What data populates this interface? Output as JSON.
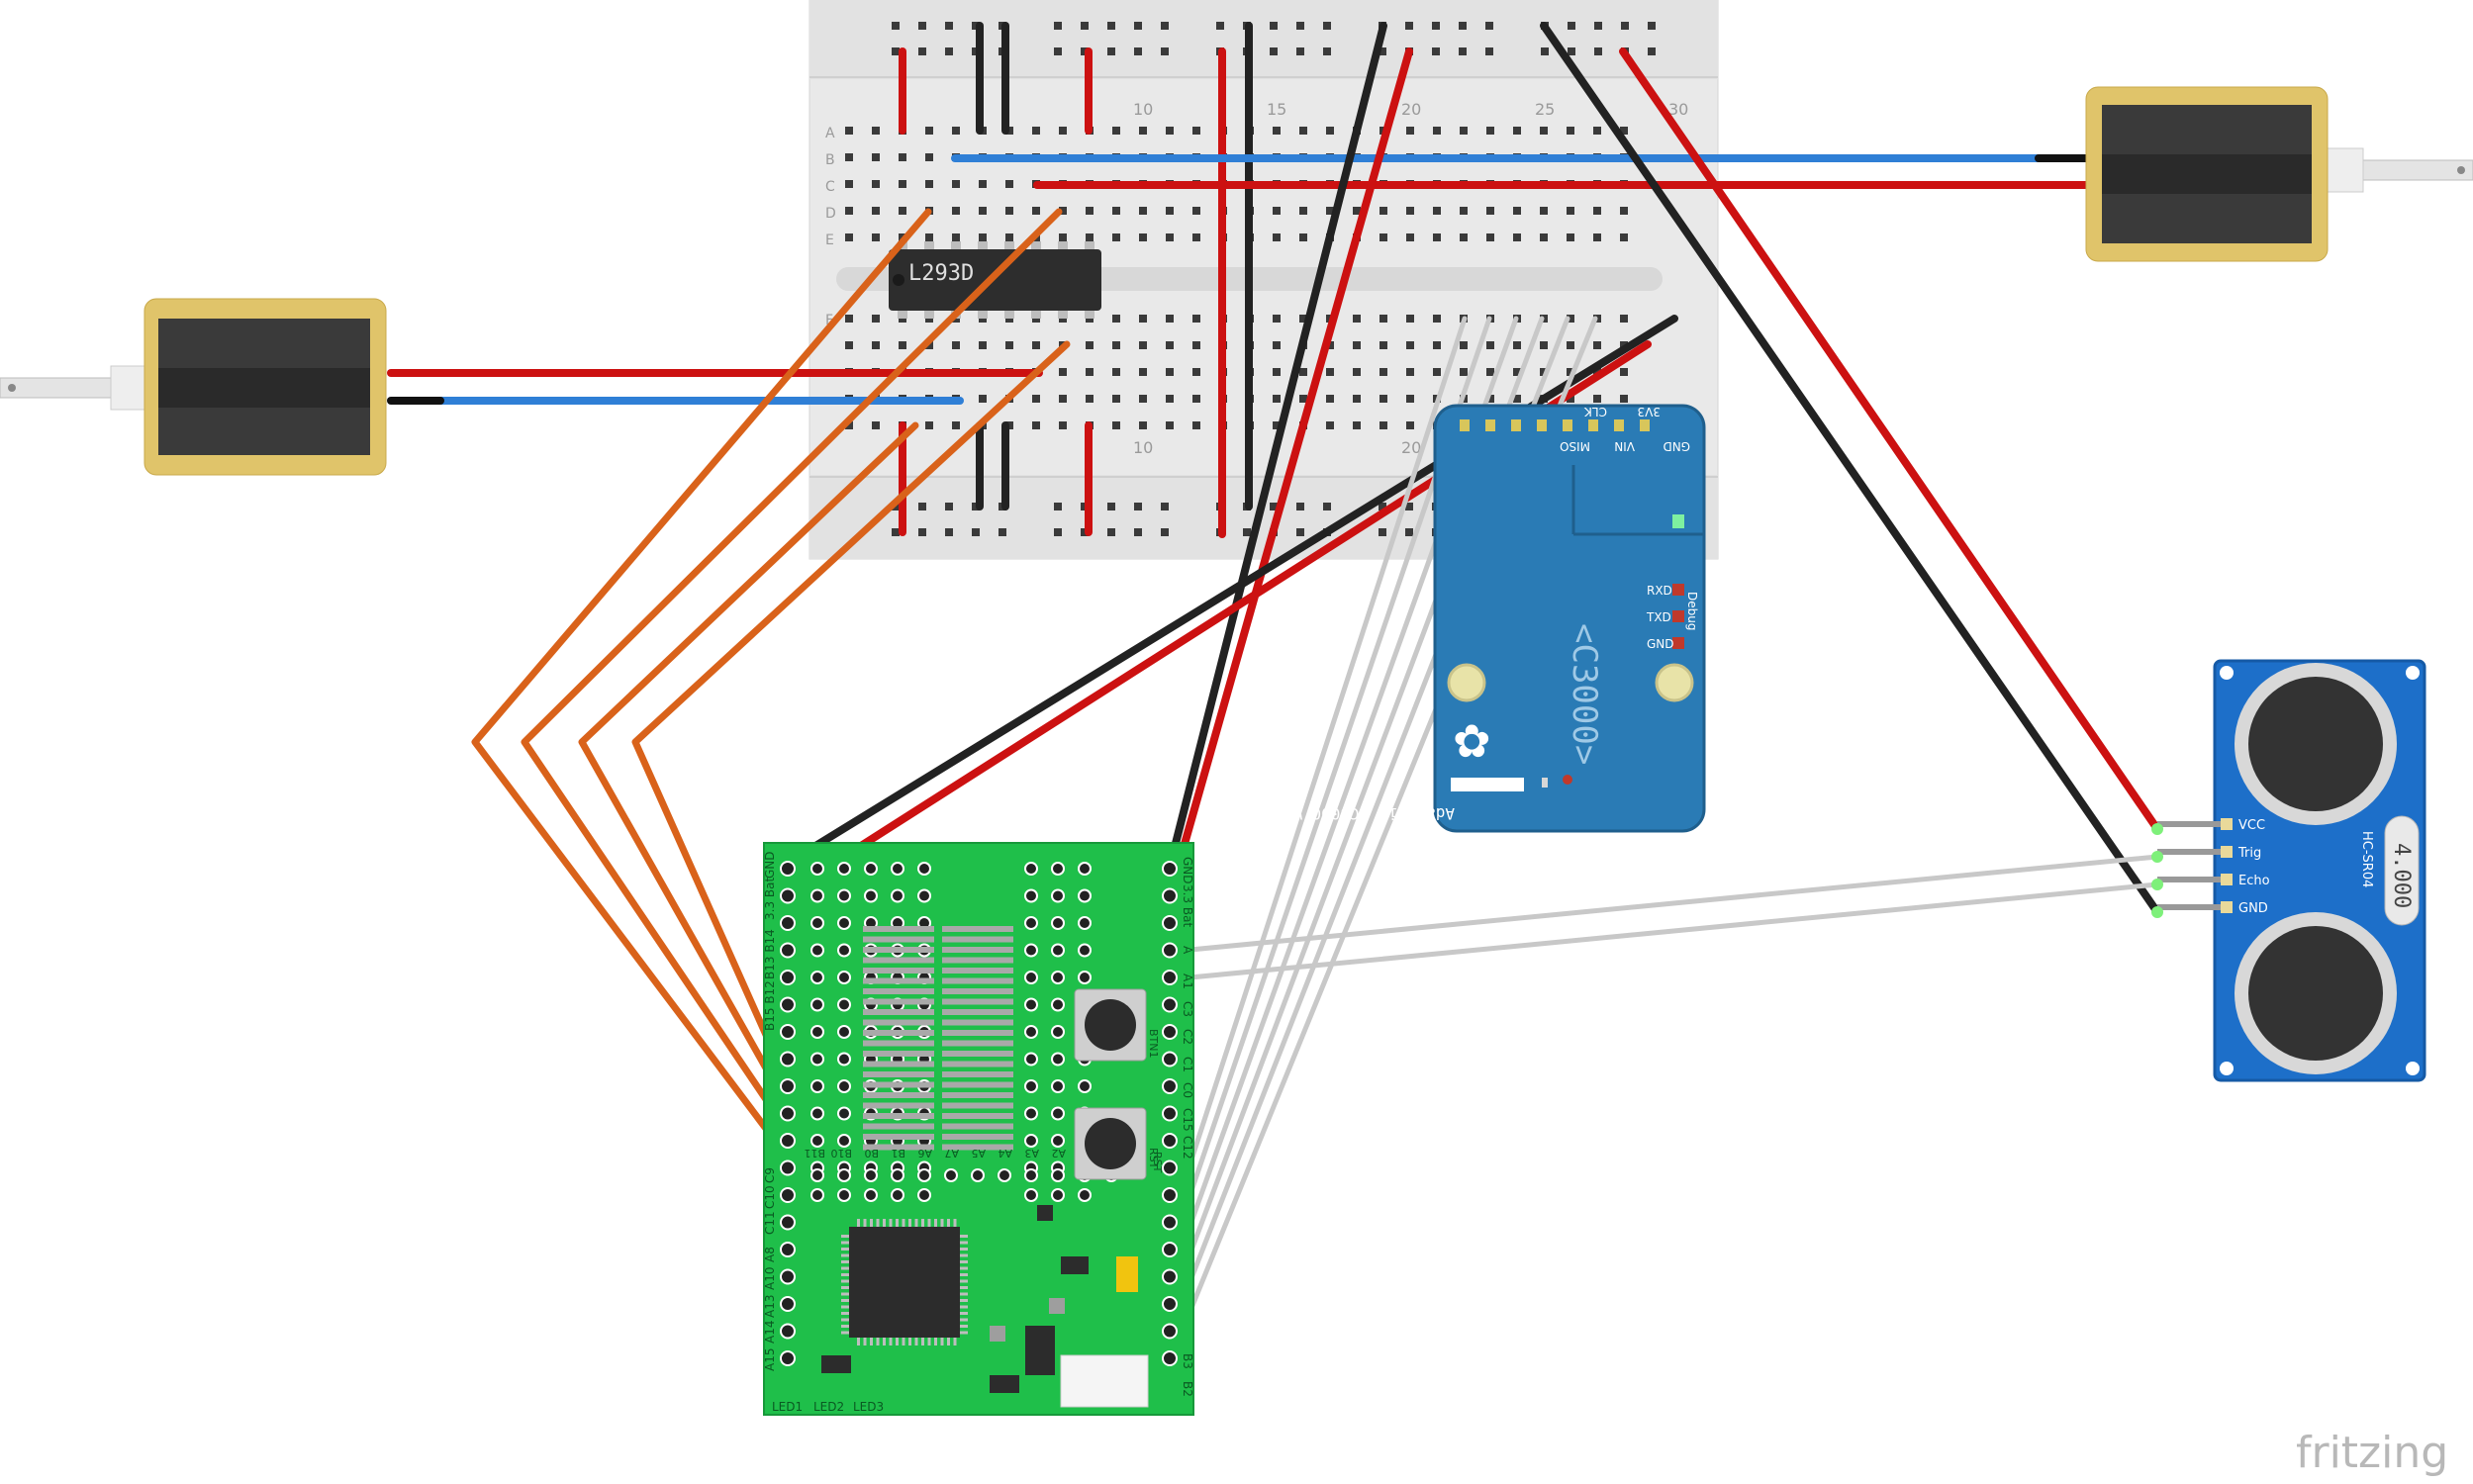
{
  "breadboard": {
    "row_letters_top": [
      "A",
      "B",
      "C",
      "D",
      "E"
    ],
    "row_letters_bottom": [
      "F"
    ],
    "column_numbers": [
      "10",
      "15",
      "20",
      "25",
      "30"
    ],
    "column_numbers_bottom": [
      "10",
      "20"
    ]
  },
  "ic": {
    "label": "L293D"
  },
  "cc3000": {
    "top_pins": [
      "MISO",
      "VIN",
      "CLK",
      "3V3",
      "GND"
    ],
    "side_labels": [
      "RXD",
      "TXD",
      "GND"
    ],
    "debug_label": "Debug",
    "logo_text": "<C3000>",
    "footer": "Adafruit CC3000 WiFi"
  },
  "sr04": {
    "pins": [
      "VCC",
      "Trig",
      "Echo",
      "GND"
    ],
    "model": "HC-SR04",
    "crystal": "4.000"
  },
  "mcu_board": {
    "left_top_labels": [
      "GND",
      "3.3 Bat",
      "B13 B14",
      "B15 B12"
    ],
    "left_labels": [
      "C9",
      "C10",
      "C11",
      "A8",
      "A10",
      "A13",
      "A14",
      "A15"
    ],
    "right_labels": [
      "GND",
      "3.3 Bat",
      "A",
      "A1",
      "C3",
      "C2",
      "C1",
      "C0",
      "C15",
      "C12",
      "RST",
      "B3",
      "B2"
    ],
    "bottom_pad_labels": [
      "B11",
      "B10",
      "B0",
      "B1",
      "A6",
      "A7",
      "A5",
      "A4",
      "A3",
      "A2"
    ],
    "btn_label": "BTN1",
    "rst_label": "RST",
    "led_labels": [
      "LED1",
      "LED2",
      "LED3"
    ]
  },
  "watermark": "fritzing",
  "colors": {
    "wire_red": "#cc1111",
    "wire_black": "#222222",
    "wire_blue": "#2f7fd6",
    "wire_orange": "#d9621a",
    "wire_gray": "#c8c8c8",
    "board_green": "#1fbf4a",
    "wifi_blue": "#2a7bb5",
    "sensor_blue": "#1d6fc9",
    "breadboard_gray": "#e6e6e6",
    "solenoid_gold": "#e0c46a"
  }
}
